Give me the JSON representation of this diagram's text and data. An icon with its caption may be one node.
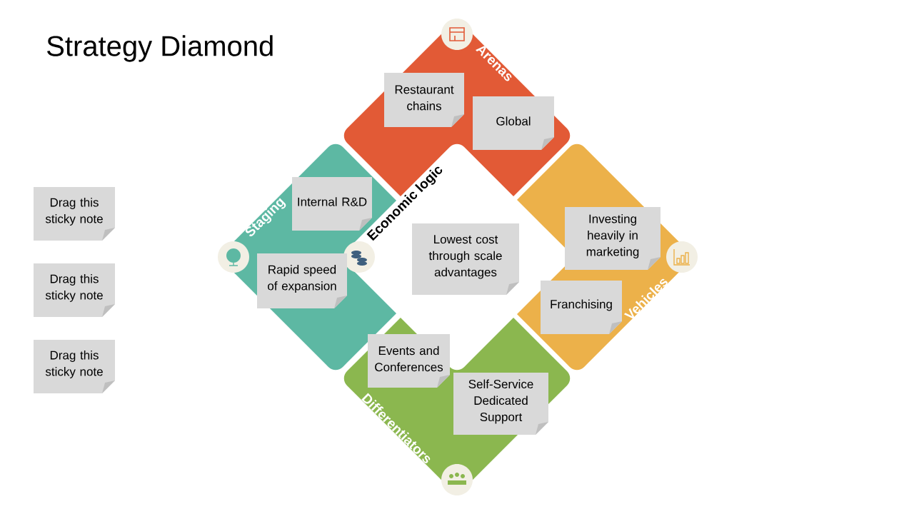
{
  "diagram": {
    "title": "Strategy Diamond",
    "nodes": [
      {
        "text": [
          "Arenas"
        ]
      },
      {
        "text": [
          "Restaurant chains"
        ]
      },
      {
        "text": [
          "Global"
        ]
      },
      {
        "text": [
          "Staging"
        ]
      },
      {
        "text": [
          "Internal R&D"
        ]
      },
      {
        "text": [
          "Rapid speed of expansion"
        ]
      },
      {
        "text": [
          "Economic logic"
        ]
      },
      {
        "text": [
          "Lowest cost through scale advantages"
        ]
      },
      {
        "text": [
          "Vehicles"
        ]
      },
      {
        "text": [
          "Investing heavily in marketing"
        ]
      },
      {
        "text": [
          "Franchising"
        ]
      },
      {
        "text": [
          "Differentiators"
        ]
      },
      {
        "text": [
          "Events and Conferences"
        ]
      },
      {
        "text": [
          "Self-Service Dedicated Support"
        ]
      },
      {
        "text": [
          "Drag this sticky note"
        ]
      },
      {
        "text": [
          "Drag this sticky note"
        ]
      },
      {
        "text": [
          "Drag this sticky note"
        ]
      }
    ]
  }
}
